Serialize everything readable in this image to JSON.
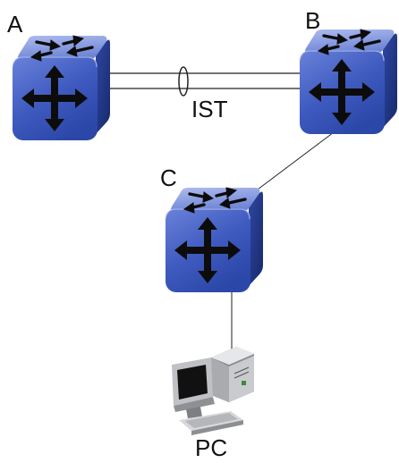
{
  "nodes": {
    "a": {
      "label": "A",
      "type": "switch"
    },
    "b": {
      "label": "B",
      "type": "switch"
    },
    "c": {
      "label": "C",
      "type": "switch"
    },
    "pc": {
      "label": "PC",
      "type": "workstation"
    }
  },
  "links": {
    "ist": {
      "label": "IST",
      "from": "A",
      "to": "B",
      "style": "double-line"
    },
    "b_c": {
      "from": "B",
      "to": "C"
    },
    "c_pc": {
      "from": "C",
      "to": "PC"
    }
  },
  "icons": {
    "switch": "routing-switch-cube-icon",
    "workstation": "desktop-pc-icon"
  },
  "colors": {
    "switch_front": "#3f5bc0",
    "switch_top": "#8fa2e2",
    "switch_side": "#233a8c",
    "arrows": "#0c0c0c",
    "links": "#222222",
    "text": "#111111"
  }
}
